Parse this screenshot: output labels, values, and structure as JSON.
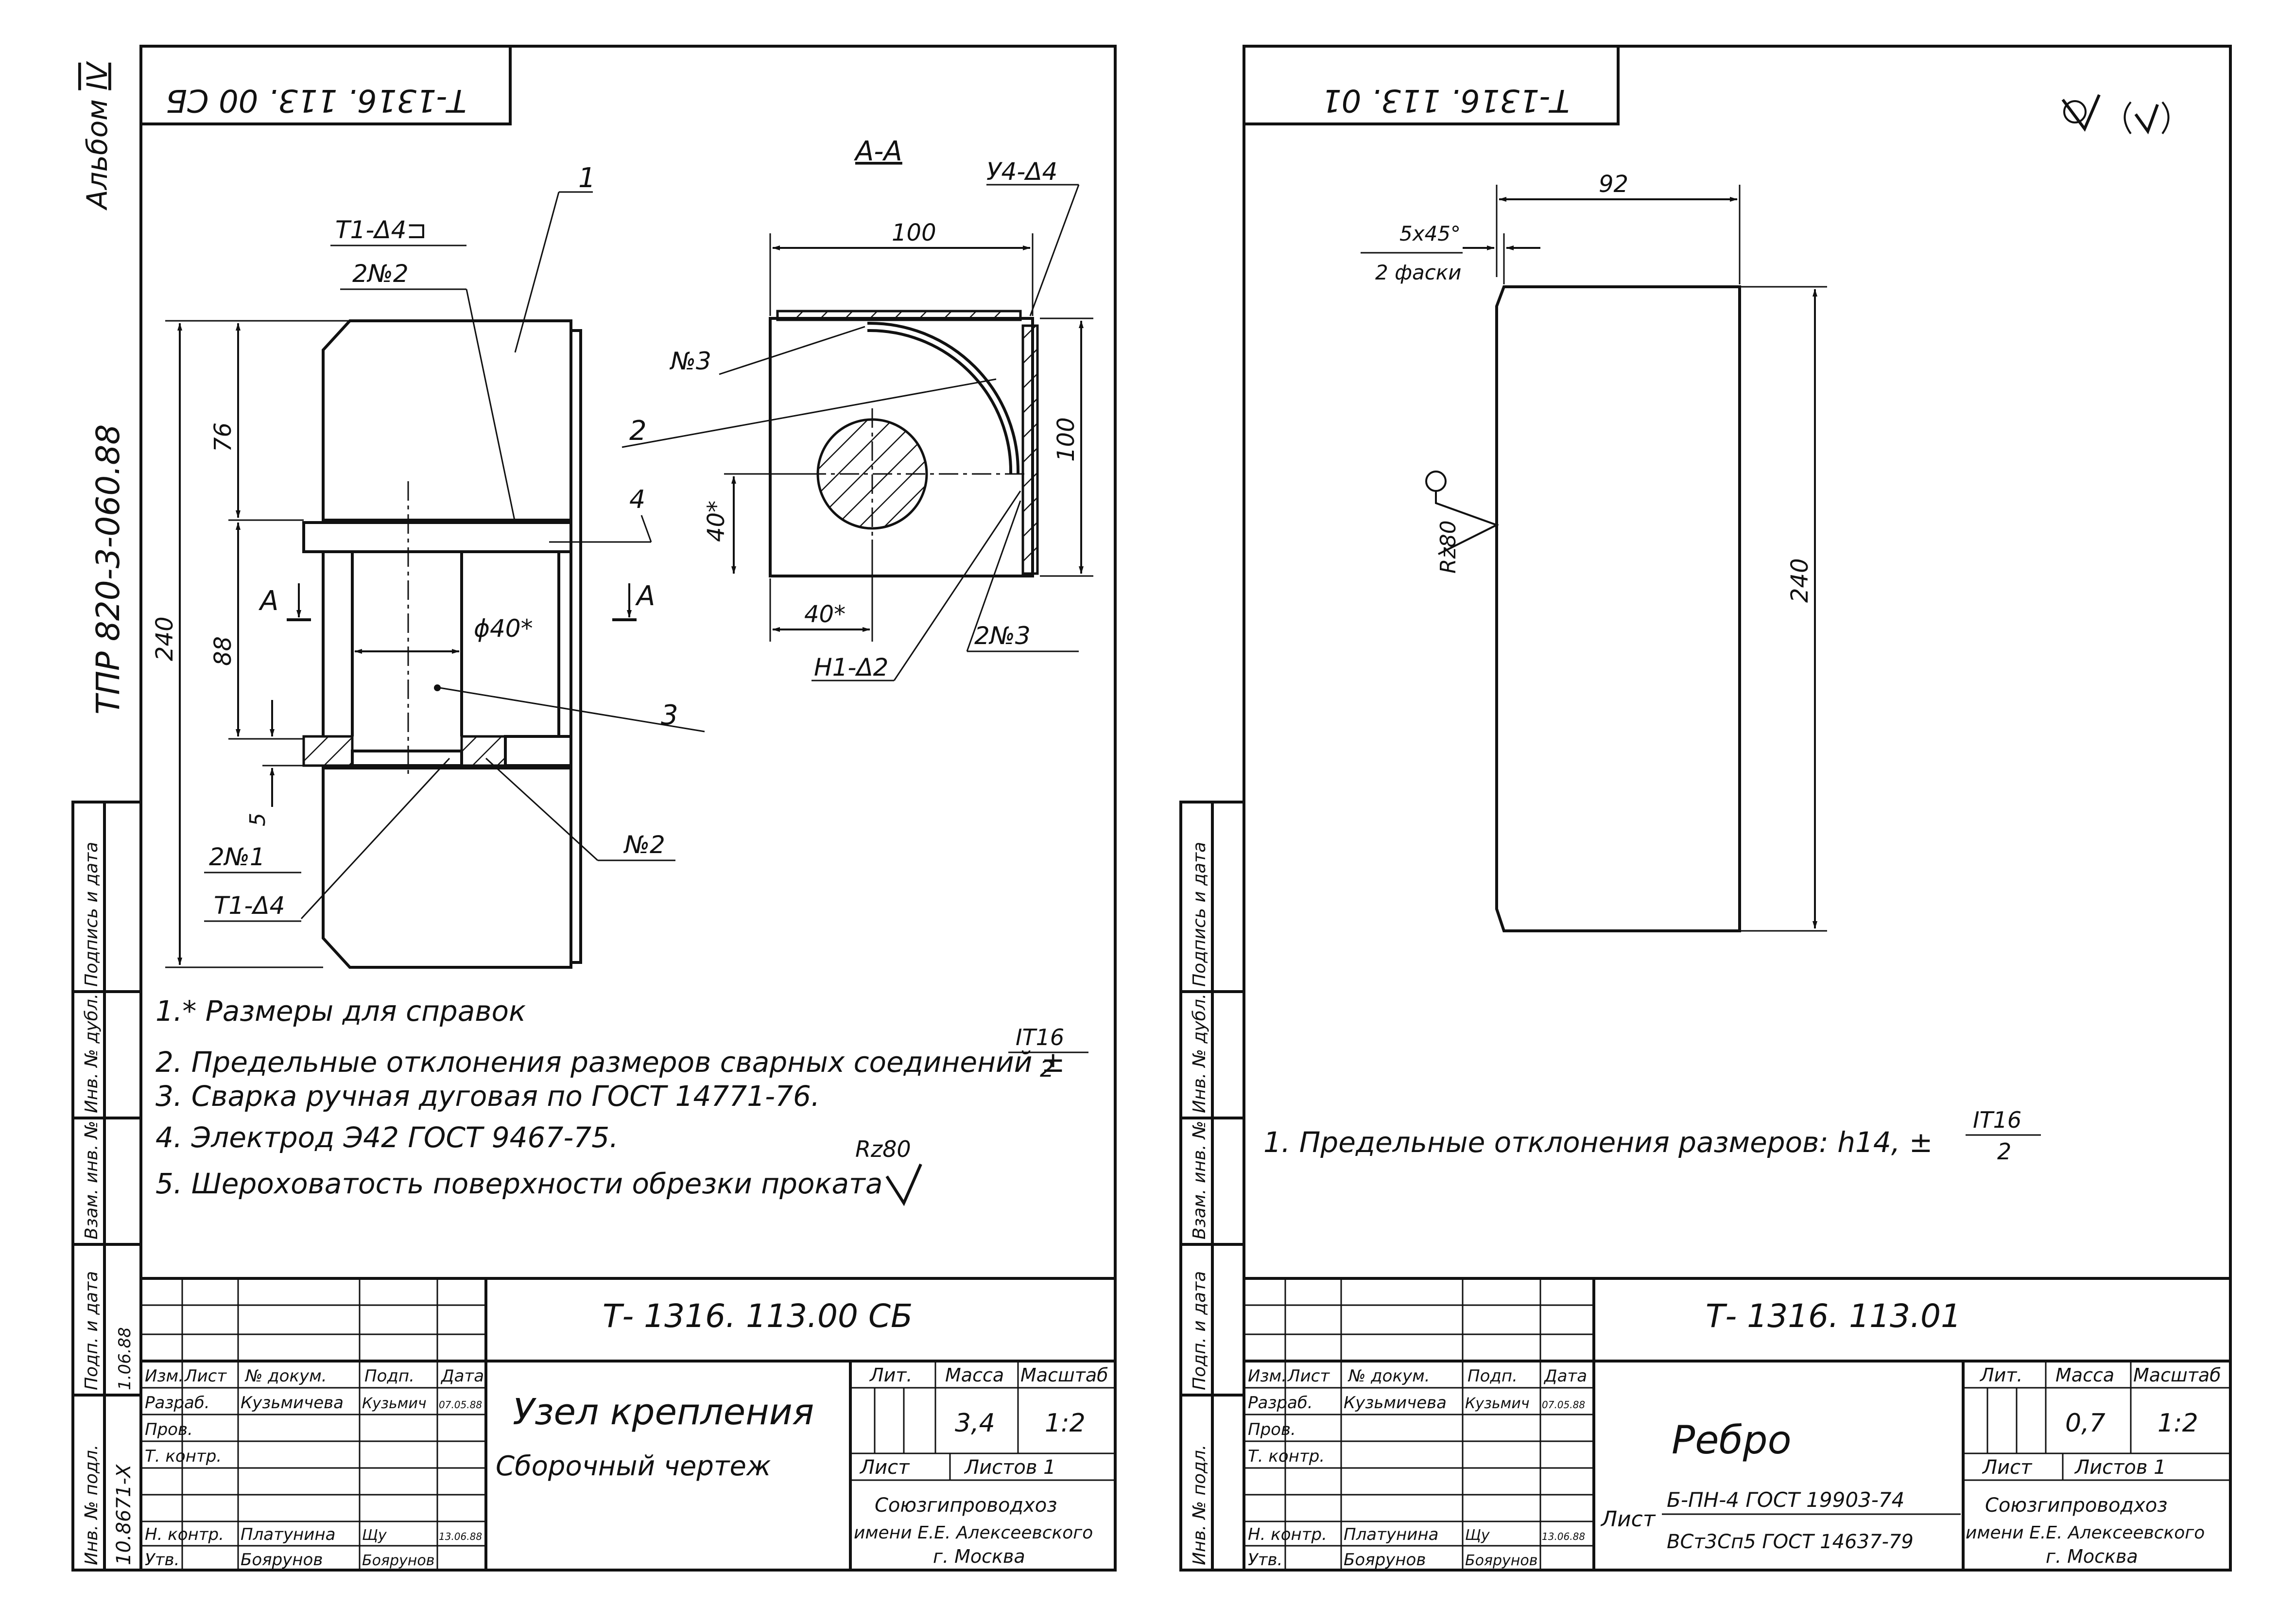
{
  "album": {
    "label": "Альбом",
    "number": "IV"
  },
  "series": "ТПР 820-3-060.88",
  "side_stamp": {
    "podpis_data": "Подпись и дата",
    "inv_dubl": "Инв. № дубл.",
    "vzam_inv": "Взам. инв. №",
    "podp_data": "Подп. и дата",
    "inv_podl": "Инв. № подл.",
    "inv_podl_value": "10.8671-Х",
    "inv_podl_date": "1.06.88"
  },
  "sheet1": {
    "corner_code": "Т-1316. 113. 00 СБ",
    "section_label": "А-А",
    "labels": {
      "part1": "1",
      "part2": "2",
      "part3": "3",
      "part4": "4",
      "weld_t1_top": "Т1-Δ4⊐",
      "weld_2n2": "2№2",
      "weld_n3": "№3",
      "weld_u4": "У4-Δ4",
      "weld_h1": "Н1-Δ2",
      "weld_2n3": "2№3",
      "weld_2n1": "2№1",
      "weld_t1": "Т1-Δ4",
      "weld_n2": "№2",
      "cut_a_left": "А",
      "cut_a_right": "А"
    },
    "dims": {
      "d240": "240",
      "d76": "76",
      "d88": "88",
      "d5": "5",
      "phi40": "ϕ40*",
      "d100_h": "100",
      "d100_v": "100",
      "d40_v": "40*",
      "d40_h": "40*"
    },
    "notes": [
      "1.* Размеры для справок",
      "2. Предельные отклонения размеров сварных соединений ±",
      "3. Сварка ручная дуговая по ГОСТ 14771-76.",
      "4. Электрод Э42 ГОСТ 9467-75.",
      "5. Шероховатость поверхности обрезки проката"
    ],
    "tolerance_num": "IT16",
    "tolerance_den": "2",
    "roughness": "Rz80",
    "title_block": {
      "code": "Т- 1316. 113.00 СБ",
      "headers": [
        "Изм.",
        "Лист",
        "№ докум.",
        "Подп.",
        "Дата"
      ],
      "rows": [
        {
          "role": "Разраб.",
          "name": "Кузьмичева",
          "sign": "Кузьмич",
          "date": "07.05.88"
        },
        {
          "role": "Пров.",
          "name": "",
          "sign": "",
          "date": ""
        },
        {
          "role": "Т. контр.",
          "name": "",
          "sign": "",
          "date": ""
        },
        {
          "role": "",
          "name": "",
          "sign": "",
          "date": ""
        },
        {
          "role": "Н. контр.",
          "name": "Платунина",
          "sign": "Щу",
          "date": "13.06.88"
        },
        {
          "role": "Утв.",
          "name": "Боярунов",
          "sign": "Боярунов",
          "date": ""
        }
      ],
      "title": "Узел крепления",
      "subtitle": "Сборочный чертеж",
      "lit_label": "Лит.",
      "mass_label": "Масса",
      "scale_label": "Масштаб",
      "mass": "3,4",
      "scale": "1:2",
      "sheet_label": "Лист",
      "sheets_label": "Листов 1",
      "org_1": "Союзгипроводхоз",
      "org_2": "имени Е.Е. Алексеевского",
      "org_3": "г. Москва"
    }
  },
  "sheet2": {
    "corner_code": "Т-1316. 113. 01",
    "dims": {
      "d92": "92",
      "chamfer_1": "5х45°",
      "chamfer_2": "2 фаски",
      "d240": "240"
    },
    "roughness": "Rz80",
    "note": "1. Предельные отклонения размеров: h14, ±",
    "tolerance_num": "IT16",
    "tolerance_den": "2",
    "title_block": {
      "code": "Т- 1316. 113.01",
      "headers": [
        "Изм.",
        "Лист",
        "№ докум.",
        "Подп.",
        "Дата"
      ],
      "rows": [
        {
          "role": "Разраб.",
          "name": "Кузьмичева",
          "sign": "Кузьмич",
          "date": "07.05.88"
        },
        {
          "role": "Пров.",
          "name": "",
          "sign": "",
          "date": ""
        },
        {
          "role": "Т. контр.",
          "name": "",
          "sign": "",
          "date": ""
        },
        {
          "role": "",
          "name": "",
          "sign": "",
          "date": ""
        },
        {
          "role": "Н. контр.",
          "name": "Платунина",
          "sign": "Щу",
          "date": "13.06.88"
        },
        {
          "role": "Утв.",
          "name": "Боярунов",
          "sign": "Боярунов",
          "date": ""
        }
      ],
      "title": "Ребро",
      "material_label": "Лист",
      "material_top": "Б-ПН-4 ГОСТ 19903-74",
      "material_bottom": "ВСт3Сп5 ГОСТ 14637-79",
      "lit_label": "Лит.",
      "mass_label": "Масса",
      "scale_label": "Масштаб",
      "mass": "0,7",
      "scale": "1:2",
      "sheet_label": "Лист",
      "sheets_label": "Листов 1",
      "org_1": "Союзгипроводхоз",
      "org_2": "имени Е.Е. Алексеевского",
      "org_3": "г. Москва"
    }
  }
}
